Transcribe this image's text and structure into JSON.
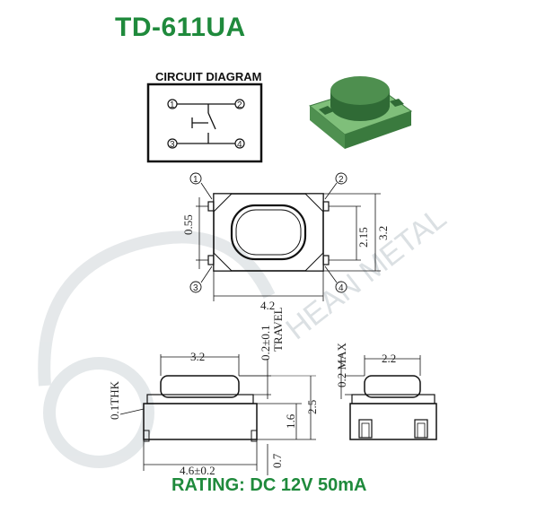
{
  "title": "TD-611UA",
  "rating": "RATING: DC 12V 50mA",
  "circuit": {
    "label": "CIRCUIT DIAGRAM",
    "pins": [
      "1",
      "2",
      "3",
      "4"
    ]
  },
  "top_view": {
    "pins": [
      "1",
      "2",
      "3",
      "4"
    ],
    "dims": {
      "width": "4.2",
      "height": "3.2",
      "pitch": "2.15",
      "pad": "0.55"
    }
  },
  "front_view": {
    "dims": {
      "body": "3.2",
      "overall": "4.6±0.2",
      "travel": "0.2±0.1",
      "travel_label": "TRAVEL",
      "thk": "0.1THK",
      "h1": "1.6",
      "h2": "2.5",
      "lead": "0.7"
    }
  },
  "side_view": {
    "dims": {
      "width": "2.2",
      "max": "0.2 MAX"
    }
  },
  "watermark": {
    "text": "HEAN METAL"
  },
  "colors": {
    "brand": "#1f8a3c",
    "switch_body": "#5fa05f",
    "switch_dark": "#2f6a35"
  }
}
